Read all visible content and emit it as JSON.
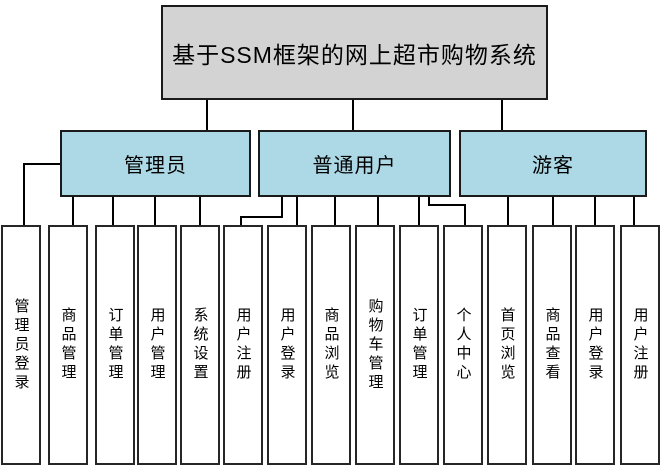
{
  "diagram": {
    "title": "基于SSM框架的网上超市购物系统",
    "colors": {
      "title_fill": "#d3d3d3",
      "role_fill": "#add8e6",
      "leaf_fill": "#ffffff",
      "border": "#1a1a1a",
      "connector": "#000000"
    },
    "roles": [
      {
        "label": "管理员",
        "children": [
          "管理员登录",
          "商品管理",
          "订单管理",
          "用户管理",
          "系统设置"
        ]
      },
      {
        "label": "普通用户",
        "children": [
          "用户注册",
          "用户登录",
          "商品浏览",
          "购物车管理",
          "订单管理",
          "个人中心"
        ]
      },
      {
        "label": "游客",
        "children": [
          "首页浏览",
          "商品查看",
          "用户登录",
          "用户注册"
        ]
      }
    ],
    "leaves": [
      "管理员登录",
      "商品管理",
      "订单管理",
      "用户管理",
      "系统设置",
      "用户注册",
      "用户登录",
      "商品浏览",
      "购物车管理",
      "订单管理",
      "个人中心",
      "首页浏览",
      "商品查看",
      "用户登录",
      "用户注册"
    ]
  }
}
